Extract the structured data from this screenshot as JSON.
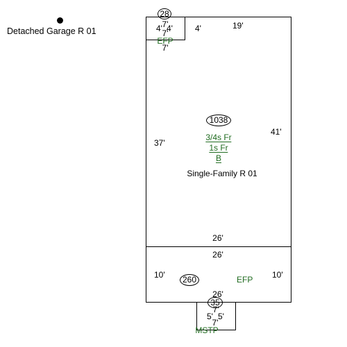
{
  "detached_garage": {
    "label": "Detached Garage R 01"
  },
  "porch_top": {
    "area": "28",
    "dim_top": "7'",
    "dim_left": "4'",
    "dim_right": "4'",
    "dim_inner": "7'",
    "label": "EFP",
    "dim_bottom": "7'"
  },
  "main_house": {
    "dim_top_left": "4'",
    "dim_top_right": "19'",
    "area": "1038",
    "dim_left": "37'",
    "dim_right": "41'",
    "codes": [
      "3/4s Fr",
      "1s Fr",
      "B"
    ],
    "label": "Single-Family R 01",
    "dim_bottom": "26'"
  },
  "porch_bottom": {
    "dim_top": "26'",
    "dim_left": "10'",
    "dim_right": "10'",
    "area": "260",
    "label": "EFP",
    "dim_bottom": "26'"
  },
  "steps": {
    "area": "35",
    "dim_top": "7'",
    "dim_left": "5'",
    "dim_right": "5'",
    "dim_bottom": "7'",
    "label": "MSTP"
  }
}
